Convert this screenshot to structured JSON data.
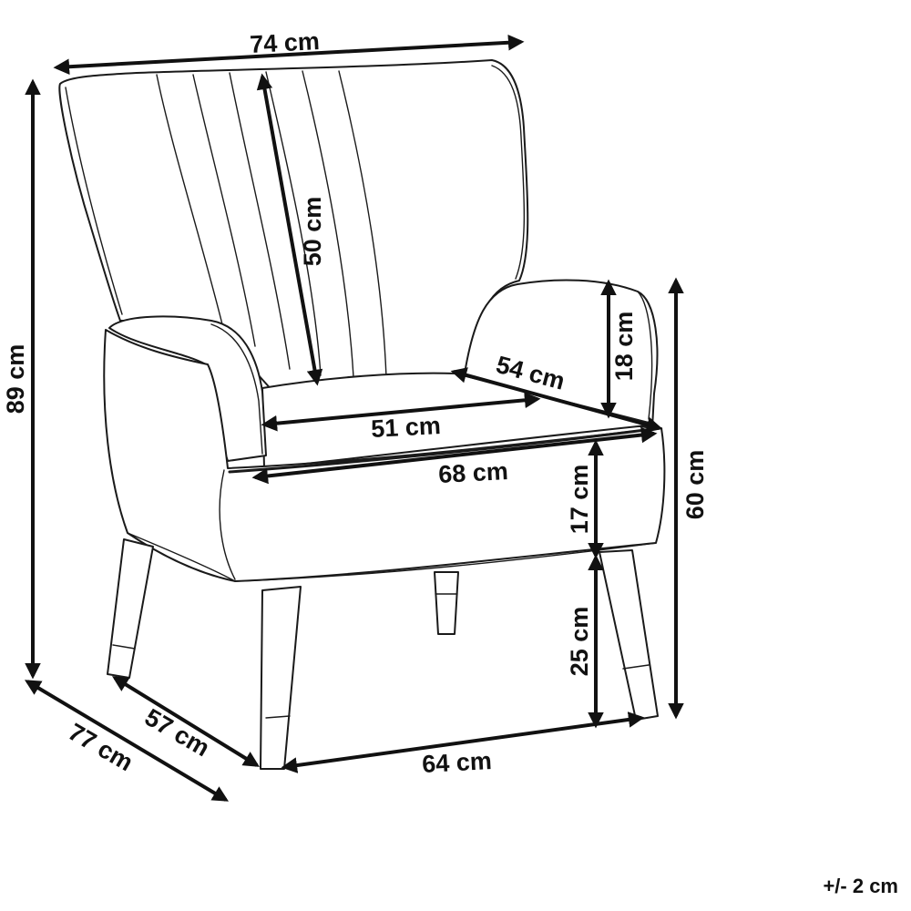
{
  "dimensions": {
    "overall_width": "74 cm",
    "overall_height": "89 cm",
    "backrest_height": "50 cm",
    "armrest_height": "18 cm",
    "seat_depth": "54 cm",
    "seat_width": "51 cm",
    "front_width": "68 cm",
    "seat_thickness": "17 cm",
    "arm_total_height": "60 cm",
    "leg_height": "25 cm",
    "overall_depth": "77 cm",
    "leg_depth_span": "57 cm",
    "leg_width_span": "64 cm"
  },
  "tolerance": "+/- 2 cm",
  "colors": {
    "line": "#1a1a1a",
    "background": "#ffffff"
  }
}
